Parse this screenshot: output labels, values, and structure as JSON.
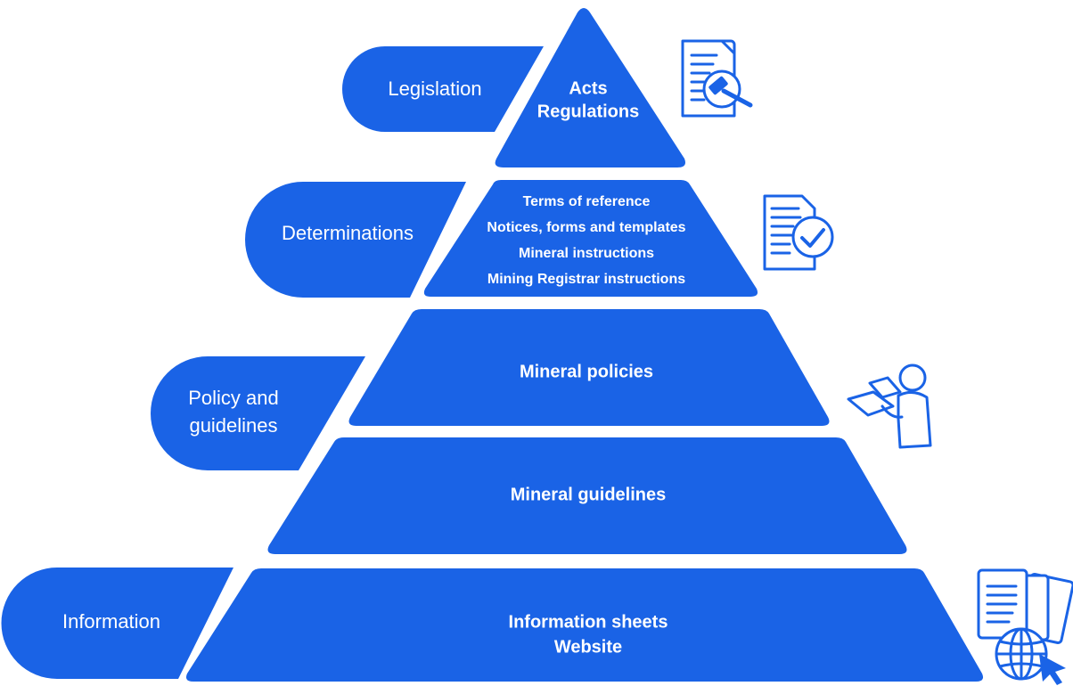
{
  "colors": {
    "blue": "#1a63e6",
    "white": "#ffffff"
  },
  "categories": [
    {
      "label": "Legislation"
    },
    {
      "label": "Determinations"
    },
    {
      "label_line1": "Policy and",
      "label_line2": "guidelines"
    },
    {
      "label": "Information"
    }
  ],
  "tiers": [
    {
      "lines": [
        "Acts",
        "Regulations"
      ]
    },
    {
      "lines": [
        "Terms of reference",
        "Notices, forms and templates",
        "Mineral instructions",
        "Mining Registrar instructions"
      ]
    },
    {
      "lines": [
        "Mineral policies"
      ]
    },
    {
      "lines": [
        "Mineral guidelines"
      ]
    },
    {
      "lines": [
        "Information sheets",
        "Website"
      ]
    }
  ],
  "icons": [
    "legislation-document-gavel-icon",
    "checklist-document-icon",
    "person-reading-icon",
    "documents-globe-cursor-icon"
  ]
}
